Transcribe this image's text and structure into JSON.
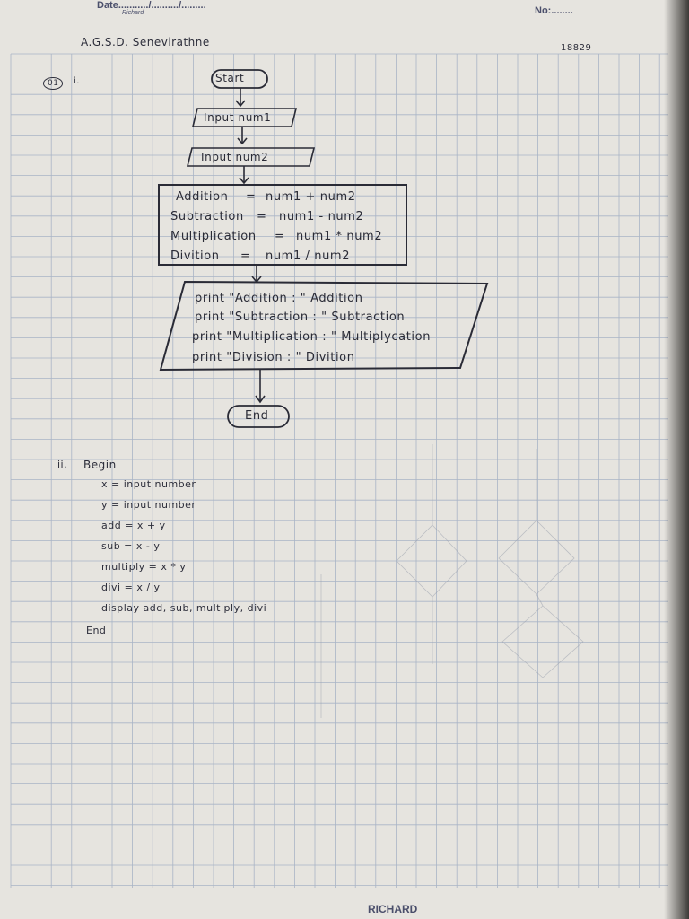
{
  "header": {
    "date_label": "Date.........../........../.........",
    "date_brand": "Richard",
    "no_label": "No:........"
  },
  "student_name": "A.G.S.D. Senevirathne",
  "page_number": "18829",
  "question_label": "01",
  "part_one_label": "i.",
  "flowchart": {
    "start": "Start",
    "input1": "Input num1",
    "input2": "Input num2",
    "process": [
      {
        "name": "Addition",
        "op": "=",
        "expr": "num1 + num2"
      },
      {
        "name": "Subtraction",
        "op": "=",
        "expr": "num1 - num2"
      },
      {
        "name": "Multiplication",
        "op": "=",
        "expr": "num1 * num2"
      },
      {
        "name": "Divition",
        "op": "=",
        "expr": "num1 / num2"
      }
    ],
    "output": [
      "print \"Addition : \" Addition",
      "print \"Subtraction : \" Subtraction",
      "print \"Multiplication : \" Multiplycation",
      "print \"Division : \" Divition"
    ],
    "end": "End"
  },
  "part_two_label": "ii.",
  "pseudocode": {
    "begin": "Begin",
    "lines": [
      "x = input number",
      "y = input number",
      "add = x + y",
      "sub = x - y",
      "multiply = x * y",
      "divi = x / y",
      "display add, sub, multiply, divi"
    ],
    "end": "End"
  },
  "footer_brand": "RICHARD",
  "colors": {
    "paper": "#e6e4df",
    "grid": "#a9b4c6",
    "ink": "#2a2b36",
    "print_ink": "#4b4f6b"
  }
}
